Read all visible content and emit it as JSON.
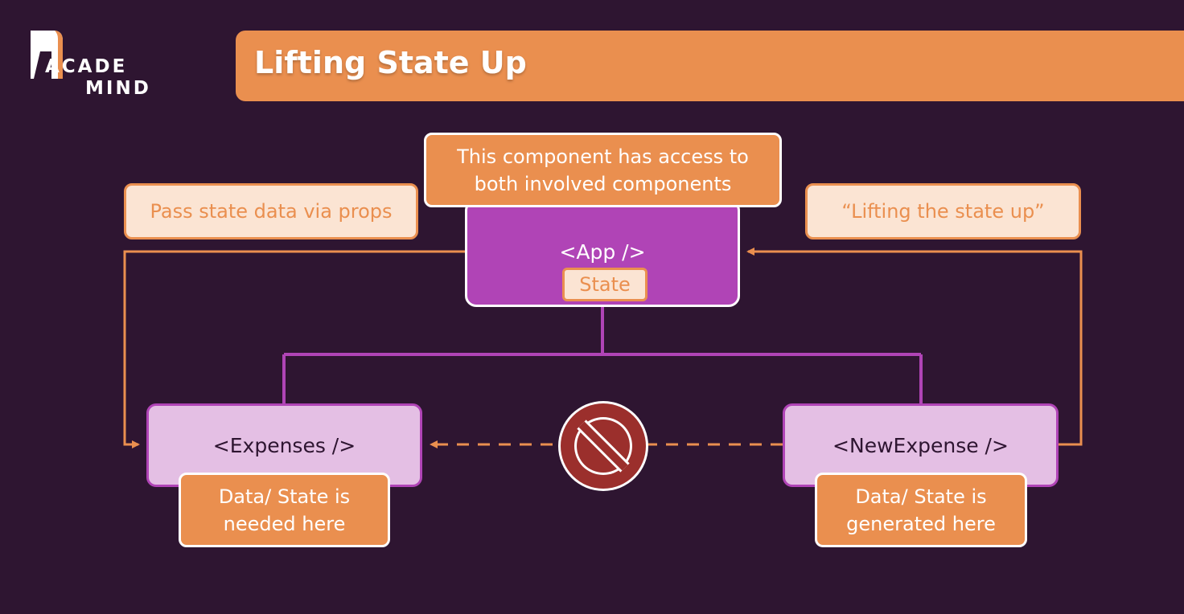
{
  "brand": {
    "line1": "ACADE",
    "line2": "MIND"
  },
  "header": {
    "title": "Lifting State Up"
  },
  "diagram": {
    "app_component": {
      "label": "<App />",
      "state_badge": "State"
    },
    "expenses_component": {
      "label": "<Expenses />"
    },
    "new_expense_component": {
      "label": "<NewExpense />"
    },
    "notes": {
      "top": [
        "This component has access to",
        "both involved components"
      ],
      "left": "Pass state data via props",
      "right": "“Lifting the state up”",
      "expenses": [
        "Data/ State is",
        "needed here"
      ],
      "new_expense": [
        "Data/ State is",
        "generated here"
      ]
    },
    "icons": {
      "blocked": "no-entry-icon",
      "logo": "academind-logo-icon"
    }
  },
  "colors": {
    "background": "#2e1531",
    "orange": "#ea8f4f",
    "orange_light": "#fbe4d3",
    "purple": "#b044b6",
    "purple_light": "#e4bfe4",
    "blocked_red": "#9b2f2c"
  }
}
